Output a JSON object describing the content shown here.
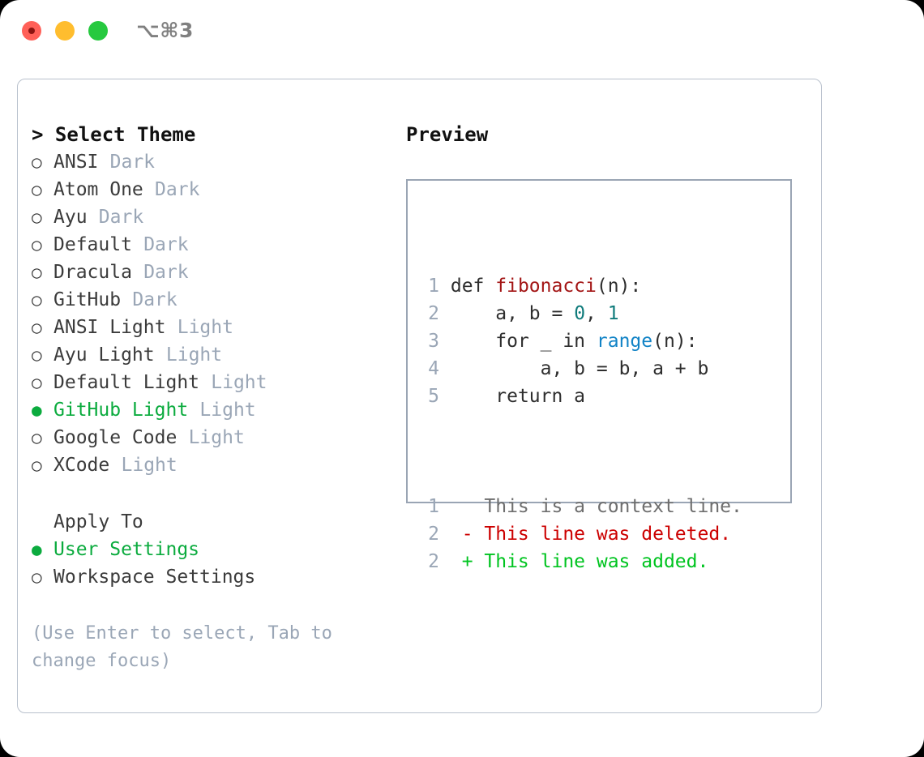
{
  "titlebar": {
    "shortcut": "⌥⌘3",
    "buttons": [
      "close",
      "minimize",
      "zoom"
    ]
  },
  "colors": {
    "selected_green": "#0bab3e",
    "muted": "#9aa6b6",
    "text": "#3b3b3b",
    "border": "#9aa5b4",
    "diff_add": "#00c420",
    "diff_del": "#cc0000",
    "fn": "#a31515",
    "num": "#0f7b7b",
    "builtin": "#1183c6"
  },
  "theme_panel": {
    "title": "> Select Theme",
    "bullet_unselected": "○",
    "bullet_selected": "●",
    "items": [
      {
        "bullet": "○",
        "label": "ANSI",
        "variant": "Dark",
        "selected": false
      },
      {
        "bullet": "○",
        "label": "Atom One",
        "variant": "Dark",
        "selected": false
      },
      {
        "bullet": "○",
        "label": "Ayu",
        "variant": "Dark",
        "selected": false
      },
      {
        "bullet": "○",
        "label": "Default",
        "variant": "Dark",
        "selected": false
      },
      {
        "bullet": "○",
        "label": "Dracula",
        "variant": "Dark",
        "selected": false
      },
      {
        "bullet": "○",
        "label": "GitHub",
        "variant": "Dark",
        "selected": false
      },
      {
        "bullet": "○",
        "label": "ANSI Light",
        "variant": "Light",
        "selected": false
      },
      {
        "bullet": "○",
        "label": "Ayu Light",
        "variant": "Light",
        "selected": false
      },
      {
        "bullet": "○",
        "label": "Default Light",
        "variant": "Light",
        "selected": false
      },
      {
        "bullet": "●",
        "label": "GitHub Light",
        "variant": "Light",
        "selected": true
      },
      {
        "bullet": "○",
        "label": "Google Code",
        "variant": "Light",
        "selected": false
      },
      {
        "bullet": "○",
        "label": "XCode",
        "variant": "Light",
        "selected": false
      }
    ],
    "apply_to": {
      "label": "Apply To",
      "options": [
        {
          "bullet": "●",
          "label": "User Settings",
          "selected": true
        },
        {
          "bullet": "○",
          "label": "Workspace Settings",
          "selected": false
        }
      ]
    },
    "hint": "(Use Enter to select, Tab to change focus)"
  },
  "preview_panel": {
    "title": "Preview",
    "code_lines": [
      {
        "n": "1",
        "parts": [
          {
            "t": "def ",
            "c": "plain"
          },
          {
            "t": "fibonacci",
            "c": "fn"
          },
          {
            "t": "(n):",
            "c": "plain"
          }
        ]
      },
      {
        "n": "2",
        "parts": [
          {
            "t": "    a, b = ",
            "c": "plain"
          },
          {
            "t": "0",
            "c": "num"
          },
          {
            "t": ", ",
            "c": "plain"
          },
          {
            "t": "1",
            "c": "num"
          }
        ]
      },
      {
        "n": "3",
        "parts": [
          {
            "t": "    for _ in ",
            "c": "plain"
          },
          {
            "t": "range",
            "c": "builtin"
          },
          {
            "t": "(n):",
            "c": "plain"
          }
        ]
      },
      {
        "n": "4",
        "parts": [
          {
            "t": "        a, b = b, a + b",
            "c": "plain"
          }
        ]
      },
      {
        "n": "5",
        "parts": [
          {
            "t": "    return a",
            "c": "plain"
          }
        ]
      }
    ],
    "diff_lines": [
      {
        "n": "1",
        "marker": " ",
        "text": " This is a context line.",
        "kind": "ctx"
      },
      {
        "n": "2",
        "marker": "-",
        "text": " This line was deleted.",
        "kind": "del"
      },
      {
        "n": "2",
        "marker": "+",
        "text": " This line was added.",
        "kind": "add"
      }
    ]
  }
}
